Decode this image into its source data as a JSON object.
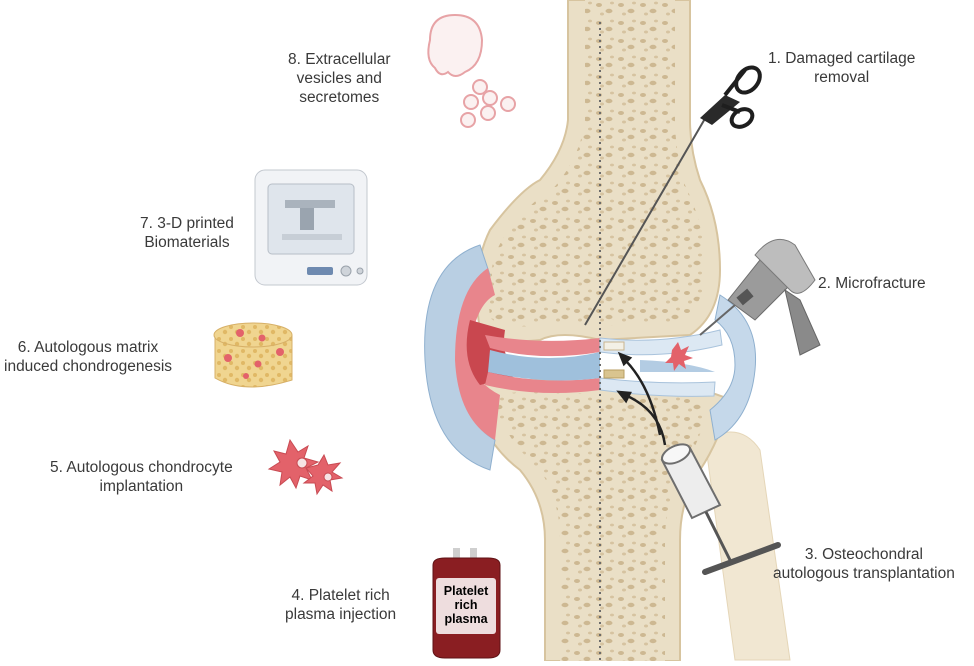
{
  "labels": {
    "l1": [
      "1. Damaged cartilage",
      "removal"
    ],
    "l2": [
      "2. Microfracture"
    ],
    "l3": [
      "3. Osteochondral",
      "autologous transplantation"
    ],
    "l4": [
      "4. Platelet rich",
      "plasma injection"
    ],
    "l5": [
      "5. Autologous chondrocyte",
      "implantation"
    ],
    "l6": [
      "6. Autologous matrix",
      "induced chondrogenesis"
    ],
    "l7": [
      "7. 3-D printed",
      "Biomaterials"
    ],
    "l8": [
      "8. Extracellular",
      "vesicles and",
      "secretomes"
    ]
  },
  "bag_text": [
    "Platelet",
    "rich",
    "plasma"
  ],
  "colors": {
    "text": "#3a3a3a",
    "bone": "#e9dcc0",
    "bone_dark": "#c9b38f",
    "inflamed": "#e8858c",
    "capsule": "#b9cfe3",
    "blood": "#8a1e22",
    "cell": "#e3626a"
  }
}
